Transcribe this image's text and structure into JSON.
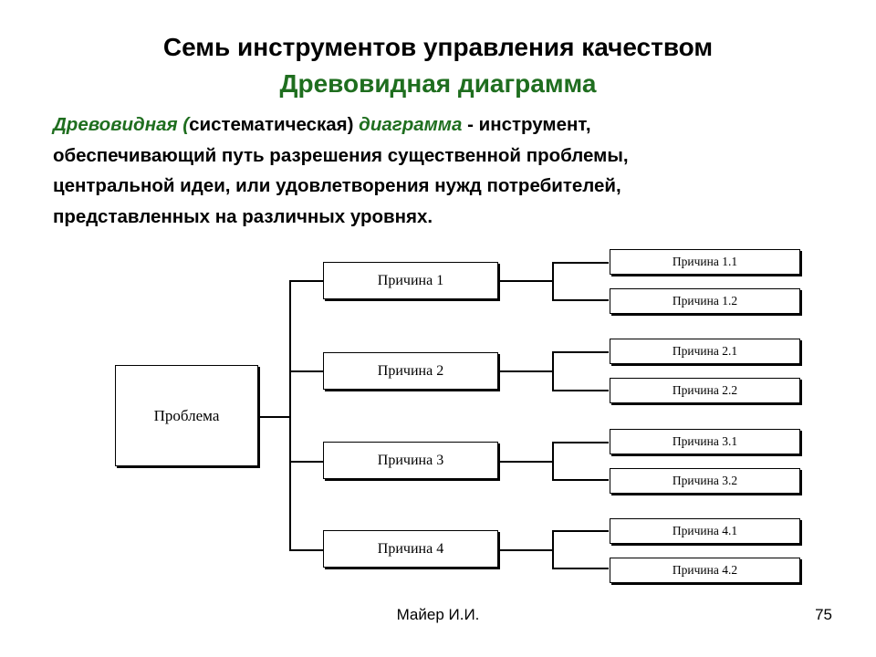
{
  "header": {
    "title": "Семь инструментов управления качеством",
    "subtitle": "Древовидная диаграмма"
  },
  "definition": {
    "term_part1": "Древовидная (",
    "term_part2": "систематическая)",
    "term_part3": " диаграмма",
    "text_part1": " - инструмент,",
    "line2": "обеспечивающий путь разрешения существенной проблемы,",
    "line3": "центральной идеи, или удовлетворения нужд потребителей,",
    "line4": "представленных на различных уровнях."
  },
  "diagram": {
    "root": "Проблема",
    "causes": [
      {
        "label": "Причина 1",
        "sub": [
          "Причина 1.1",
          "Причина 1.2"
        ]
      },
      {
        "label": "Причина 2",
        "sub": [
          "Причина 2.1",
          "Причина 2.2"
        ]
      },
      {
        "label": "Причина 3",
        "sub": [
          "Причина 3.1",
          "Причина 3.2"
        ]
      },
      {
        "label": "Причина 4",
        "sub": [
          "Причина 4.1",
          "Причина 4.2"
        ]
      }
    ]
  },
  "footer": {
    "author": "Майер И.И.",
    "page_number": "75"
  },
  "colors": {
    "accent": "#1f6e1f",
    "text": "#000000",
    "background": "#ffffff"
  }
}
